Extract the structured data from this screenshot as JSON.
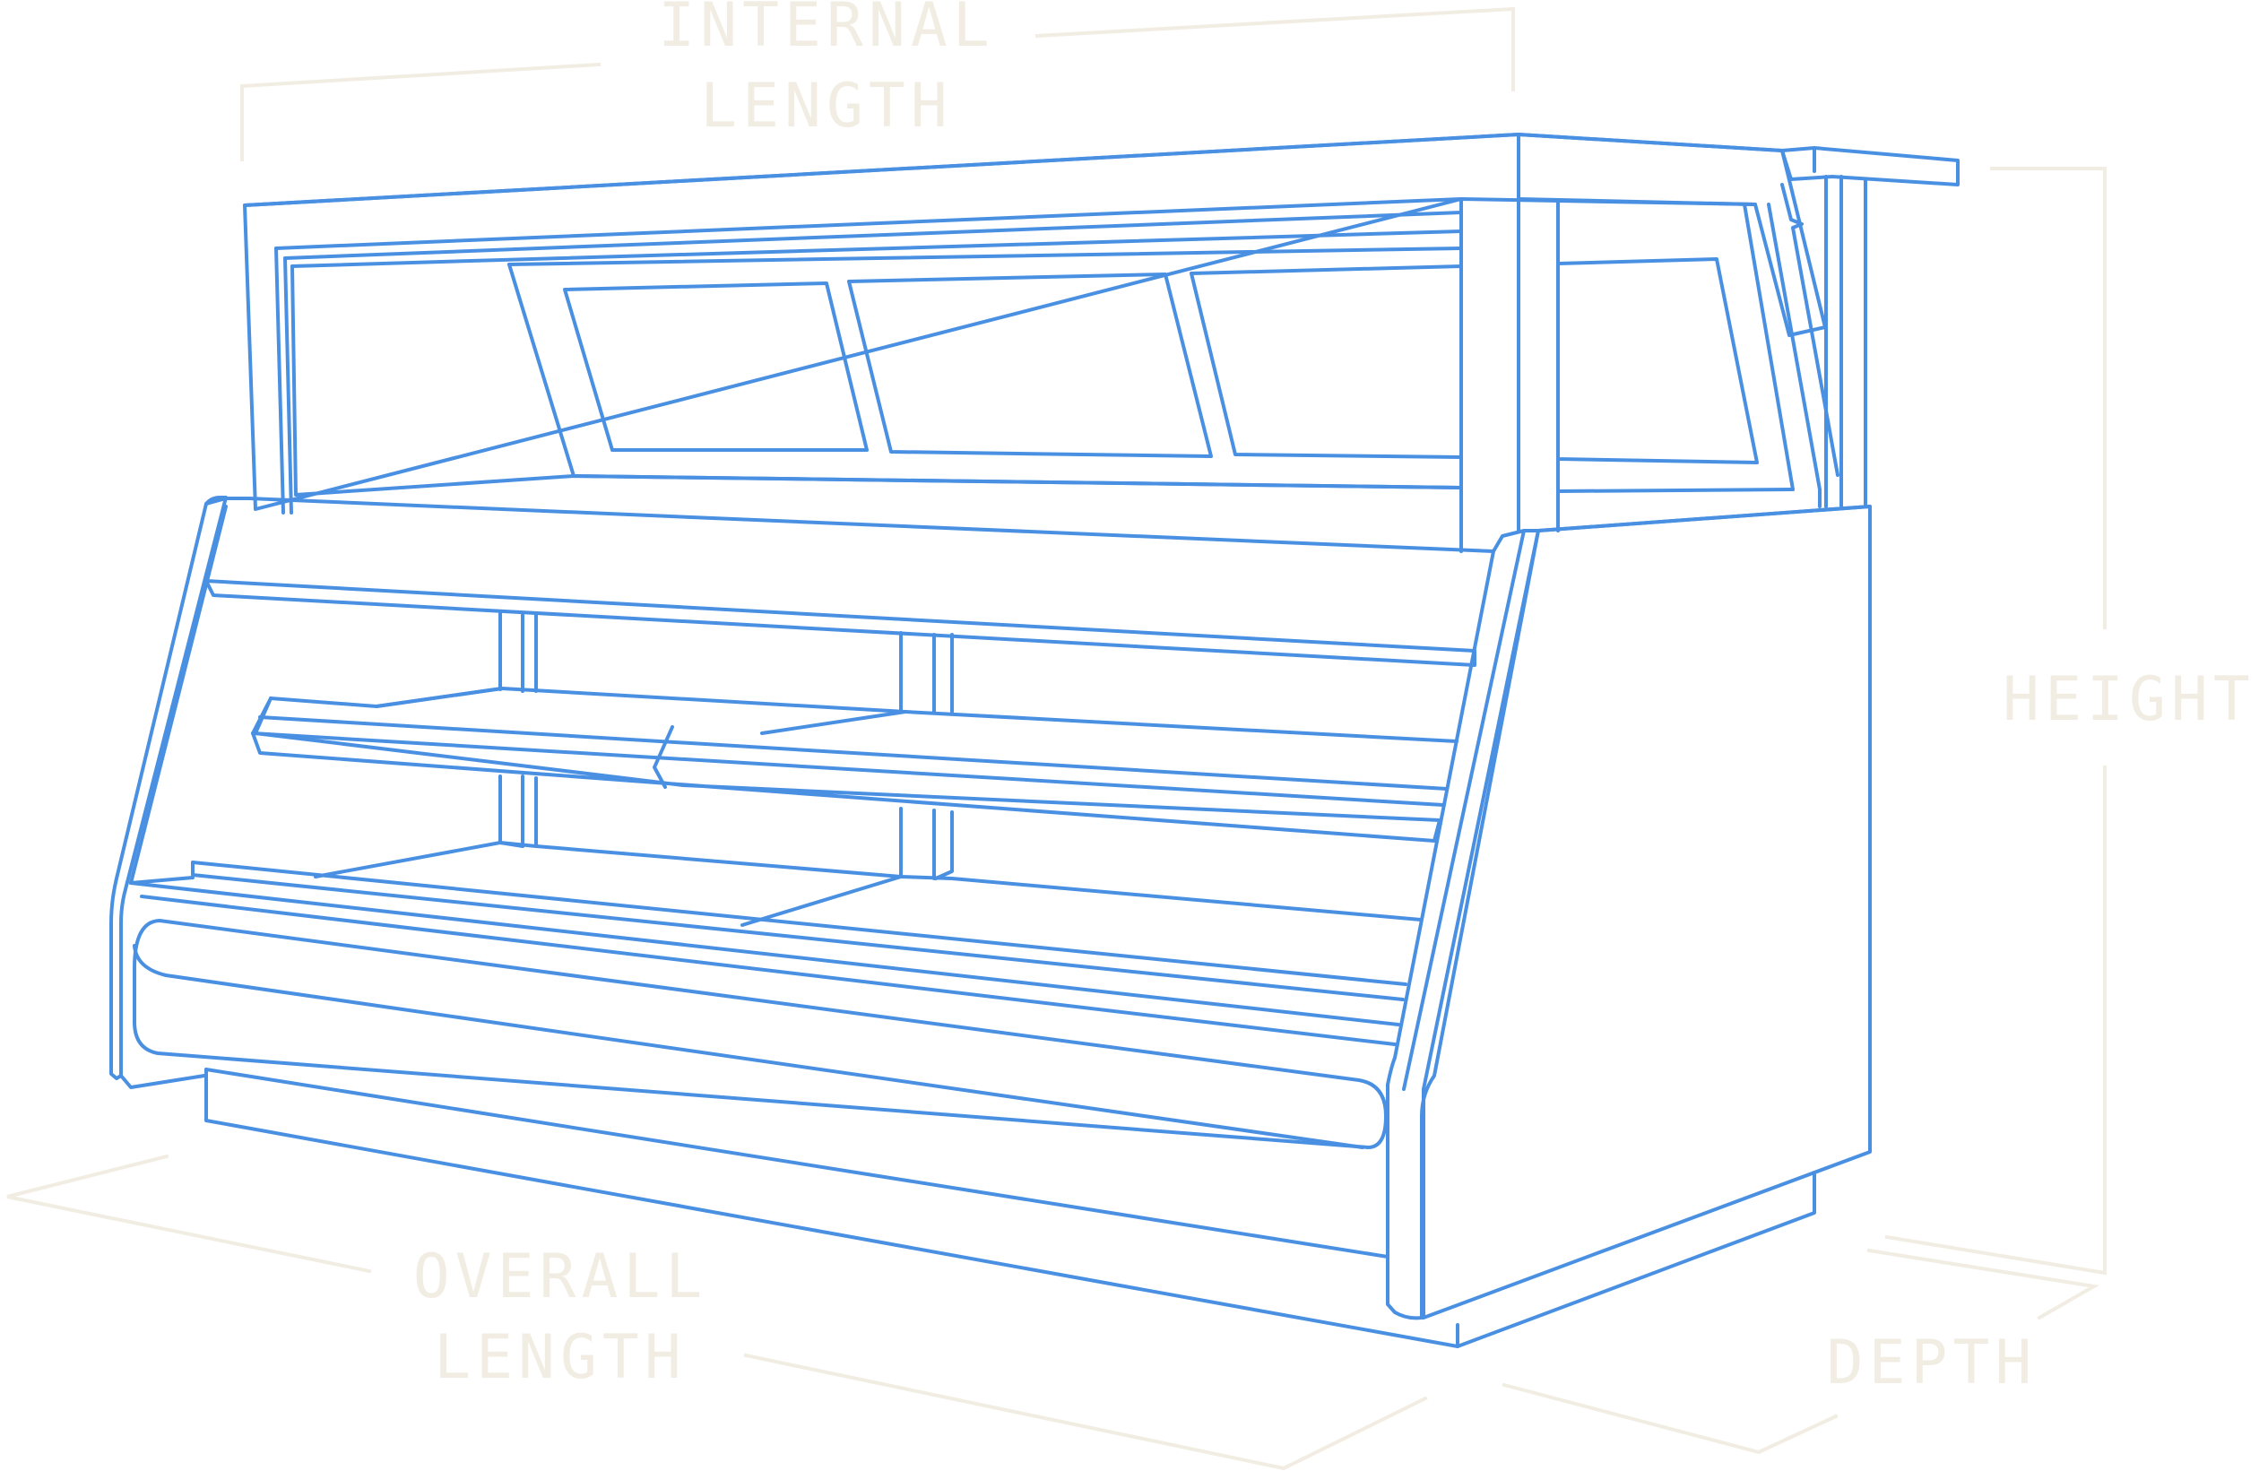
{
  "labels": {
    "internal_length": [
      "INTERNAL",
      "LENGTH"
    ],
    "height": "HEIGHT",
    "overall_length": [
      "OVERALL",
      "LENGTH"
    ],
    "depth": "DEPTH"
  },
  "colors": {
    "cabinet_outline": "#4a90e2",
    "dimension_line": "#f1ede3",
    "background": "#ffffff"
  }
}
